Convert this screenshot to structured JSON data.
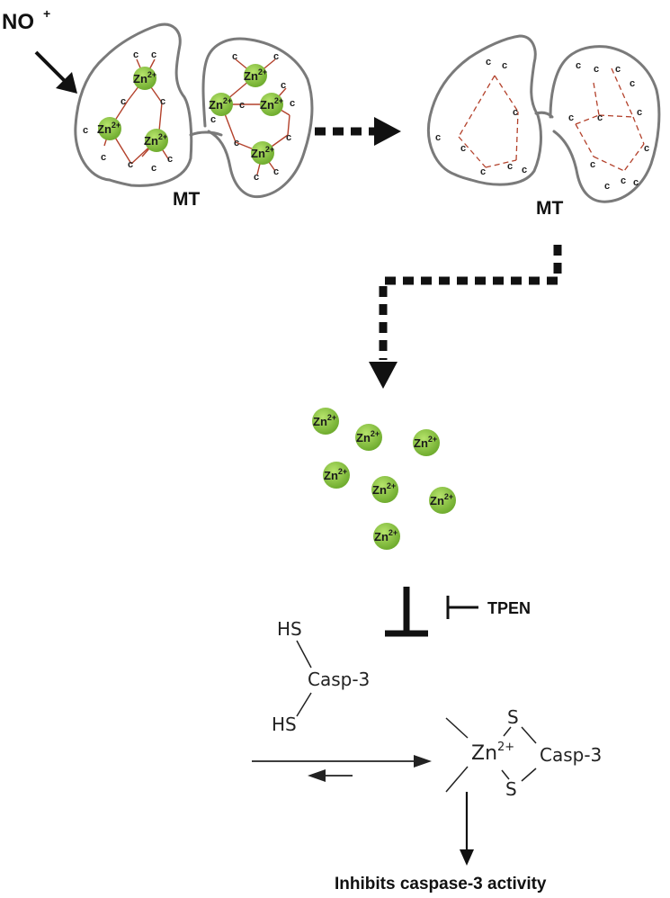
{
  "labels": {
    "no_plus": "NO",
    "no_plus_sup": "+",
    "mt_left": "MT",
    "mt_right": "MT",
    "tpen": "TPEN",
    "hs_top": "HS",
    "hs_bottom": "HS",
    "casp3_left": "Casp-3",
    "casp3_right": "Casp-3",
    "s_top": "S",
    "s_bottom": "S",
    "zn": "Zn",
    "zn_sup": "2+",
    "cys": "c",
    "outcome": "Inhibits caspase-3 activity"
  },
  "colors": {
    "zinc_ion": "#7fbf3b",
    "bond": "#b3412b",
    "protein_outline": "#7a7a7a",
    "arrow": "#111111"
  },
  "icons": {
    "zinc": "green-circle",
    "arrow": "arrow-head",
    "inhibition": "t-bar"
  }
}
